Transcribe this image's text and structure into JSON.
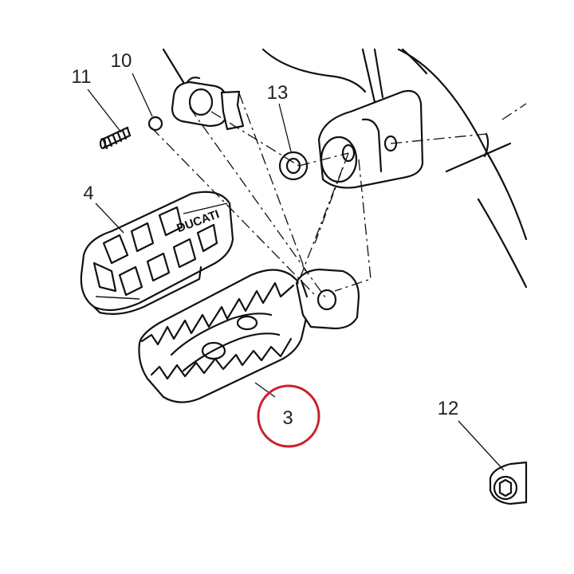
{
  "callouts": {
    "part_3": "3",
    "part_4": "4",
    "part_10": "10",
    "part_11": "11",
    "part_12": "12",
    "part_13": "13"
  },
  "brand_text": "DUCATI",
  "colors": {
    "line": "#111111",
    "highlight": "#cc1f2d",
    "background": "#ffffff"
  }
}
